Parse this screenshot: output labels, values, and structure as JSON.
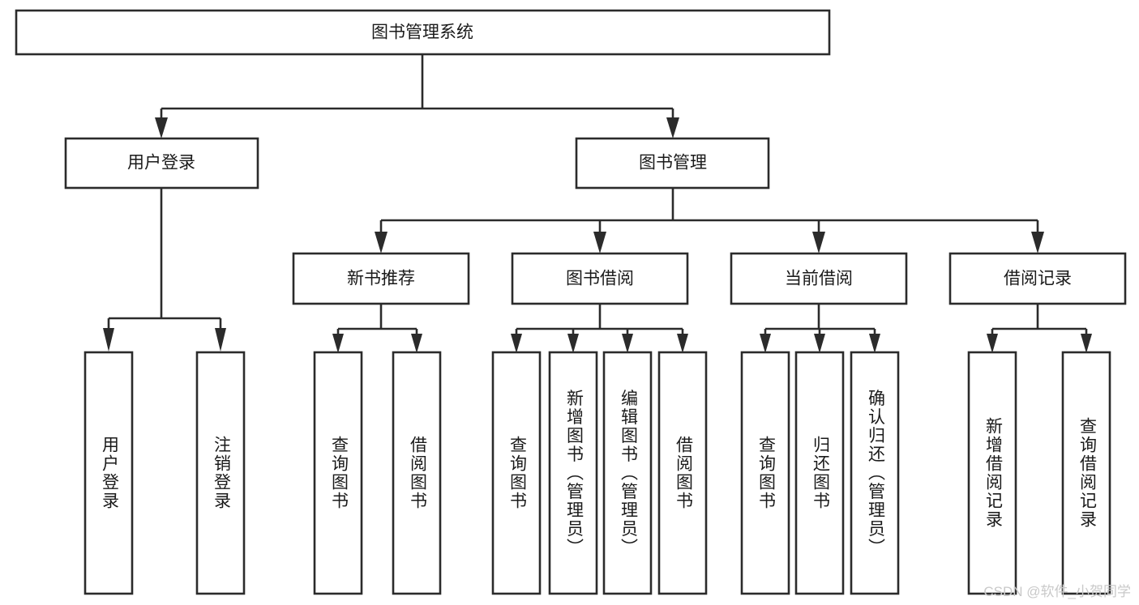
{
  "diagram": {
    "type": "tree",
    "title": "图书管理系统",
    "watermark": "CSDN @软件_小贺同学",
    "colors": {
      "box_stroke": "#2b2b2b",
      "box_fill": "#ffffff",
      "text": "#1a1a1a",
      "connector": "#2b2b2b",
      "watermark": "#c9c9c9",
      "background": "#ffffff"
    },
    "root": {
      "label": "图书管理系统"
    },
    "level2": [
      {
        "label": "用户登录"
      },
      {
        "label": "图书管理"
      }
    ],
    "level3": [
      {
        "label": "新书推荐"
      },
      {
        "label": "图书借阅"
      },
      {
        "label": "当前借阅"
      },
      {
        "label": "借阅记录"
      }
    ],
    "leaves": [
      {
        "label": "用户登录",
        "parent": "用户登录"
      },
      {
        "label": "注销登录",
        "parent": "用户登录"
      },
      {
        "label": "查询图书",
        "parent": "新书推荐"
      },
      {
        "label": "借阅图书",
        "parent": "新书推荐"
      },
      {
        "label": "查询图书",
        "parent": "图书借阅"
      },
      {
        "label": "新增图书（管理员）",
        "parent": "图书借阅"
      },
      {
        "label": "编辑图书（管理员）",
        "parent": "图书借阅"
      },
      {
        "label": "借阅图书",
        "parent": "图书借阅"
      },
      {
        "label": "查询图书",
        "parent": "当前借阅"
      },
      {
        "label": "归还图书",
        "parent": "当前借阅"
      },
      {
        "label": "确认归还（管理员）",
        "parent": "当前借阅"
      },
      {
        "label": "新增借阅记录",
        "parent": "借阅记录"
      },
      {
        "label": "查询借阅记录",
        "parent": "借阅记录"
      }
    ]
  }
}
